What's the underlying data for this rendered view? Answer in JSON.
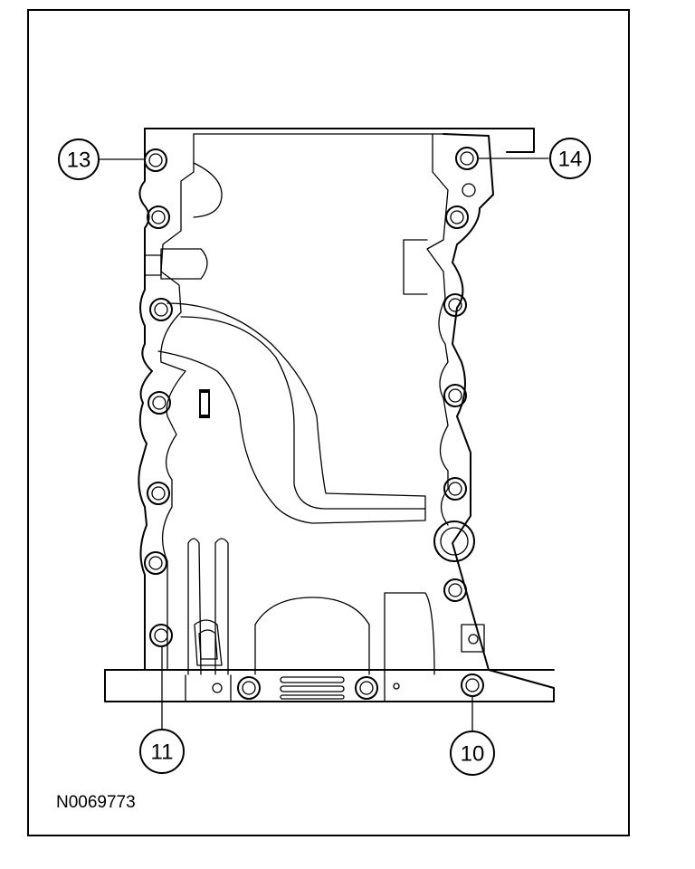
{
  "figure": {
    "id": "N0069773",
    "subject": "oil-pan-bolt-pattern"
  },
  "callouts": [
    {
      "label": "13"
    },
    {
      "label": "14"
    },
    {
      "label": "11"
    },
    {
      "label": "10"
    }
  ],
  "colors": {
    "line": "#000000",
    "background": "#ffffff"
  }
}
